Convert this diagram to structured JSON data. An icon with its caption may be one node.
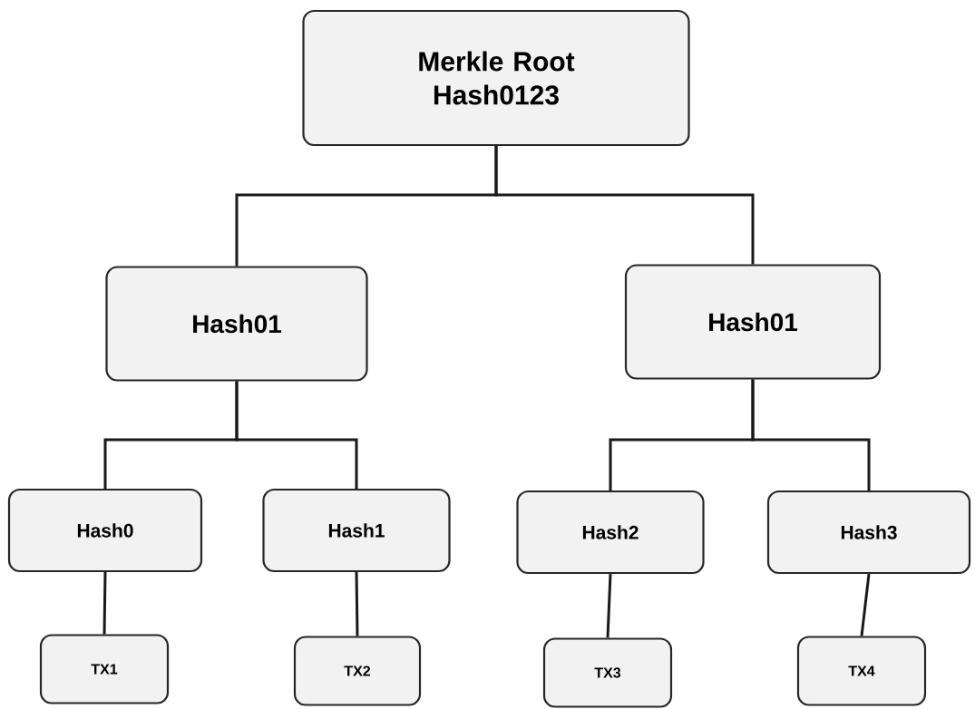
{
  "diagram": {
    "nodes": [
      {
        "text": [
          "Merkle Root Hash0123"
        ]
      },
      {
        "text": [
          "Hash01"
        ]
      },
      {
        "text": [
          "Hash01"
        ]
      },
      {
        "text": [
          "Hash0"
        ]
      },
      {
        "text": [
          "Hash1"
        ]
      },
      {
        "text": [
          "Hash2"
        ]
      },
      {
        "text": [
          "Hash3"
        ]
      },
      {
        "text": [
          "TX1"
        ]
      },
      {
        "text": [
          "TX2"
        ]
      },
      {
        "text": [
          "TX3"
        ]
      },
      {
        "text": [
          "TX4"
        ]
      }
    ],
    "edges": [
      {
        "from": 0,
        "to": 1,
        "arrow": "none"
      },
      {
        "from": 0,
        "to": 2,
        "arrow": "none"
      },
      {
        "from": 1,
        "to": 3,
        "arrow": "none"
      },
      {
        "from": 1,
        "to": 4,
        "arrow": "none"
      },
      {
        "from": 2,
        "to": 5,
        "arrow": "none"
      },
      {
        "from": 2,
        "to": 6,
        "arrow": "none"
      },
      {
        "from": 3,
        "to": 7,
        "arrow": "none"
      },
      {
        "from": 4,
        "to": 8,
        "arrow": "none"
      },
      {
        "from": 5,
        "to": 9,
        "arrow": "none"
      },
      {
        "from": 6,
        "to": 10,
        "arrow": "none"
      }
    ]
  }
}
